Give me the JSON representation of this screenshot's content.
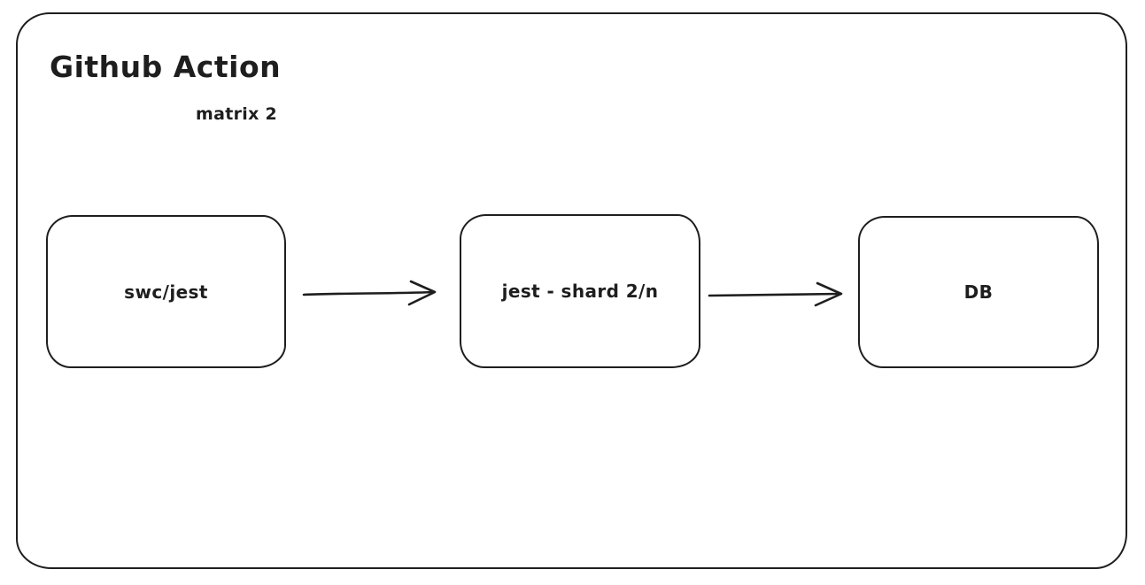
{
  "diagram": {
    "container": {
      "label": "Github Action",
      "sub_label": "matrix 2"
    },
    "nodes": [
      {
        "id": "swc-jest",
        "label": "swc/jest"
      },
      {
        "id": "jest-shard",
        "label": "jest - shard 2/n"
      },
      {
        "id": "db",
        "label": "DB"
      }
    ],
    "edges": [
      {
        "from": "swc/jest",
        "to": "jest - shard 2/n",
        "direction": "right"
      },
      {
        "from": "jest - shard 2/n",
        "to": "DB",
        "direction": "right"
      }
    ],
    "colors": {
      "stroke": "#1e1e1e",
      "background": "#ffffff"
    }
  }
}
